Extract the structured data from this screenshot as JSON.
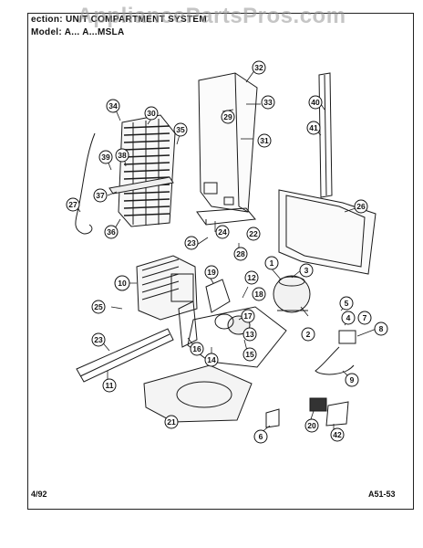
{
  "header": {
    "section_line": "ection:  UNIT COMPARTMENT SYSTEM",
    "model_line": "Model: A...  A...MSLA"
  },
  "watermark": "AppliancePartsPros.com",
  "footer": {
    "date": "4/92",
    "page_code": "A51-53"
  },
  "callouts": [
    "1",
    "2",
    "3",
    "4",
    "5",
    "6",
    "7",
    "8",
    "9",
    "10",
    "11",
    "12",
    "13",
    "14",
    "15",
    "16",
    "17",
    "18",
    "19",
    "20",
    "21",
    "22",
    "23",
    "23",
    "24",
    "25",
    "26",
    "27",
    "28",
    "29",
    "30",
    "31",
    "32",
    "33",
    "34",
    "35",
    "36",
    "37",
    "38",
    "39",
    "40",
    "41",
    "42"
  ]
}
